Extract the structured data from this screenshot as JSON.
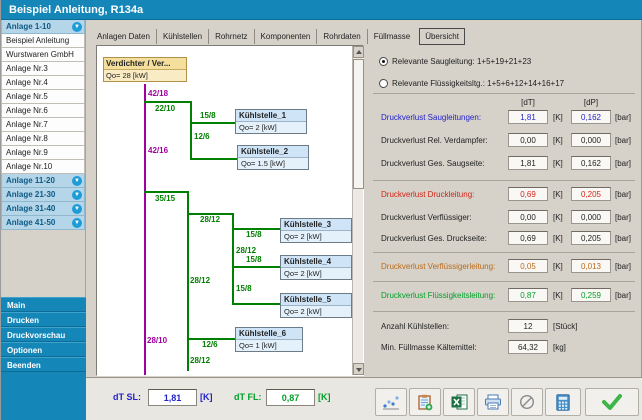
{
  "window": {
    "title": "Beispiel Anleitung, R134a"
  },
  "sidebar": {
    "group_top": "Anlage 1-10",
    "items": [
      "Beispiel Anleitung",
      "Wurstwaren GmbH",
      "Anlage Nr.3",
      "Anlage Nr.4",
      "Anlage Nr.5",
      "Anlage Nr.6",
      "Anlage Nr.7",
      "Anlage Nr.8",
      "Anlage Nr.9",
      "Anlage Nr.10"
    ],
    "groups_bottom": [
      "Anlage 11-20",
      "Anlage 21-30",
      "Anlage 31-40",
      "Anlage 41-50"
    ],
    "menu": [
      "Main",
      "Drucken",
      "Druckvorschau",
      "Optionen",
      "Beenden"
    ]
  },
  "tabs": {
    "items": [
      "Anlagen Daten",
      "Kühlstellen",
      "Rohrnetz",
      "Komponenten",
      "Rohrdaten",
      "Füllmasse",
      "Übersicht"
    ],
    "selected": "Übersicht"
  },
  "tree": {
    "root_title": "Verdichter / Ver...",
    "root_qo": "Qo= 28 [kW]",
    "labels": {
      "trunk_top": "42/18",
      "trunk_mid": "42/16",
      "trunk_bottom": "28/10",
      "branch1": "22/10",
      "b1_ks1": "15/8",
      "b1_drop": "12/6",
      "branch2": "35/15",
      "b2_sub": "28/12",
      "b2_ks3": "15/8",
      "b2_sub_drop1": "28/12",
      "b2_ks4": "15/8",
      "b2_sub_drop2": "15/8",
      "b2_drop": "28/12",
      "b2_ks6": "12/6",
      "b2_bottom": "28/12"
    },
    "coolers": [
      {
        "name": "Kühlstelle_1",
        "qo": "Qo= 2 [kW]"
      },
      {
        "name": "Kühlstelle_2",
        "qo": "Qo= 1.5 [kW]"
      },
      {
        "name": "Kühlstelle_3",
        "qo": "Qo= 2 [kW]"
      },
      {
        "name": "Kühlstelle_4",
        "qo": "Qo= 2 [kW]"
      },
      {
        "name": "Kühlstelle_5",
        "qo": "Qo= 2 [kW]"
      },
      {
        "name": "Kühlstelle_6",
        "qo": "Qo= 1 [kW]"
      }
    ]
  },
  "overview": {
    "radio_saug": "Relevante Saugleitung: 1+5+19+21+23",
    "radio_fluessig": "Relevante Flüssigkeitsltg.: 1+5+6+12+14+16+17",
    "col_dt": "[dT]",
    "col_dp": "[dP]",
    "unit_k": "[K]",
    "unit_bar": "[bar]",
    "rows": [
      {
        "label": "Druckverlust Saugleitungen:",
        "dt": "1,81",
        "dp": "0,162",
        "color": "#2222cc"
      },
      {
        "label": "Druckverlust Rel. Verdampfer:",
        "dt": "0,00",
        "dp": "0,000",
        "color": "#222222"
      },
      {
        "label": "Druckverlust Ges. Saugseite:",
        "dt": "1,81",
        "dp": "0,162",
        "color": "#222222"
      },
      {
        "label": "Druckverlust Druckleitung:",
        "dt": "0,69",
        "dp": "0,205",
        "color": "#d42313"
      },
      {
        "label": "Druckverlust Verflüssiger:",
        "dt": "0,00",
        "dp": "0,000",
        "color": "#222222"
      },
      {
        "label": "Druckverlust Ges. Druckseite:",
        "dt": "0,69",
        "dp": "0,205",
        "color": "#222222"
      },
      {
        "label": "Druckverlust Verflüssigerleitung:",
        "dt": "0,05",
        "dp": "0,013",
        "color": "#bb6a1a"
      },
      {
        "label": "Druckverlust Flüssigkeitsleitung:",
        "dt": "0,87",
        "dp": "0,259",
        "color": "#00a029"
      }
    ],
    "count_label": "Anzahl Kühlstellen:",
    "count_value": "12",
    "count_unit": "[Stück]",
    "mass_label": "Min. Füllmasse Kältemittel:",
    "mass_value": "64,32",
    "mass_unit": "[kg]"
  },
  "statusbar": {
    "dt_sl_label": "dT SL:",
    "dt_sl_value": "1,81",
    "dt_sl_unit": "[K]",
    "dt_fl_label": "dT FL:",
    "dt_fl_value": "0,87",
    "dt_fl_unit": "[K]",
    "buttons": [
      "chart",
      "report-add",
      "excel-export",
      "print",
      "cancel",
      "calculator",
      "confirm"
    ]
  },
  "colors": {
    "accent_blue": "#1486b8",
    "suction_blue": "#2222cc",
    "discharge_red": "#d42313",
    "condenser_orange": "#bb6a1a",
    "liquid_green": "#00a029",
    "pipe_purple": "#a000a0",
    "pipe_green": "#008000"
  }
}
